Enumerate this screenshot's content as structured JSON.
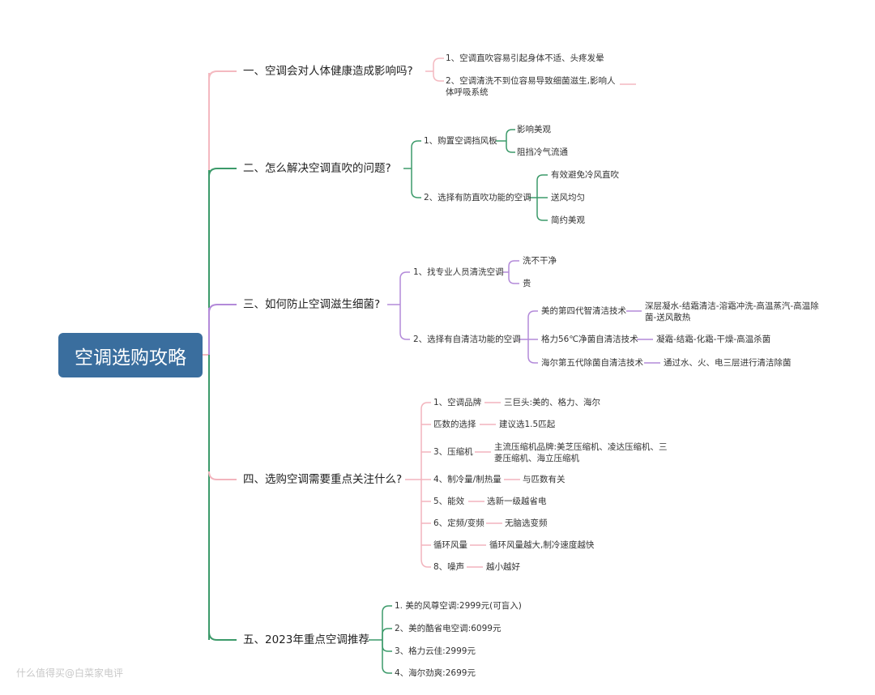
{
  "root": "空调选购攻略",
  "branches": [
    {
      "label": "一、空调会对人体健康造成影响吗?",
      "children": [
        {
          "label": "1、空调直吹容易引起身体不适、头疼发晕",
          "children": []
        },
        {
          "label": "2、空调清洗不到位容易导致细菌滋生,影响人体呼吸系统",
          "children": []
        }
      ]
    },
    {
      "label": "二、怎么解决空调直吹的问题?",
      "children": [
        {
          "label": "1、购置空调挡风板",
          "children": [
            "影响美观",
            "阻挡冷气流通"
          ]
        },
        {
          "label": "2、选择有防直吹功能的空调",
          "children": [
            "有效避免冷风直吹",
            "送风均匀",
            "简约美观"
          ]
        }
      ]
    },
    {
      "label": "三、如何防止空调滋生细菌?",
      "children": [
        {
          "label": "1、找专业人员清洗空调",
          "children": [
            "洗不干净",
            "贵"
          ]
        },
        {
          "label": "2、选择有自清洁功能的空调",
          "children": [
            {
              "label": "美的第四代智清洁技术",
              "detail": "深层凝水-结霜清洁-溶霜冲洗-高温蒸汽-高温除菌-送风散热"
            },
            {
              "label": "格力56℃净菌自清洁技术",
              "detail": "凝霜-结霜-化霜-干燥-高温杀菌"
            },
            {
              "label": "海尔第五代除菌自清洁技术",
              "detail": "通过水、火、电三层进行清洁除菌"
            }
          ]
        }
      ]
    },
    {
      "label": "四、选购空调需要重点关注什么?",
      "children": [
        {
          "label": "1、空调品牌",
          "detail": "三巨头:美的、格力、海尔"
        },
        {
          "label": "匹数的选择",
          "detail": "建议选1.5匹起"
        },
        {
          "label": "3、压缩机",
          "detail": "主流压缩机品牌:美芝压缩机、凌达压缩机、三菱压缩机、海立压缩机"
        },
        {
          "label": "4、制冷量/制热量",
          "detail": "与匹数有关"
        },
        {
          "label": "5、能效",
          "detail": "选新一级越省电"
        },
        {
          "label": "6、定频/变频",
          "detail": "无脑选变频"
        },
        {
          "label": "循环风量",
          "detail": "循环风量越大,制冷速度越快"
        },
        {
          "label": "8、噪声",
          "detail": "越小越好"
        }
      ]
    },
    {
      "label": "五、2023年重点空调推荐",
      "children": [
        {
          "label": "1. 美的风尊空调:2999元(可盲入)"
        },
        {
          "label": "2、美的酷省电空调:6099元"
        },
        {
          "label": "3、格力云佳:2999元"
        },
        {
          "label": "4、海尔劲爽:2699元"
        }
      ]
    }
  ],
  "watermark": "什么值得买@白菜家电评",
  "colors": {
    "root_fill": "#3a6e9e",
    "branch1": "#f4b9c0",
    "branch2": "#3c9a6a",
    "branch3": "#b38ad9",
    "branch4": "#f2b4bd",
    "trunk": "#3c9a6a"
  }
}
